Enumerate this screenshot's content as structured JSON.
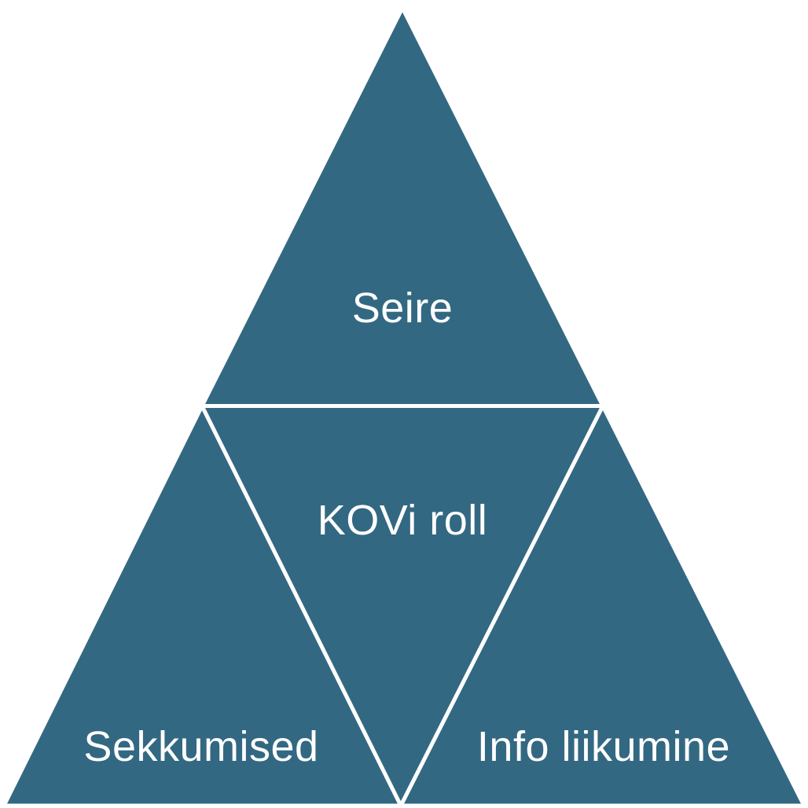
{
  "colors": {
    "fill": "#336882",
    "divider": "#ffffff",
    "text": "#ffffff"
  },
  "segments": {
    "top": "Seire",
    "center": "KOVi roll",
    "bottom_left": "Sekkumised",
    "bottom_right": "Info liikumine"
  }
}
